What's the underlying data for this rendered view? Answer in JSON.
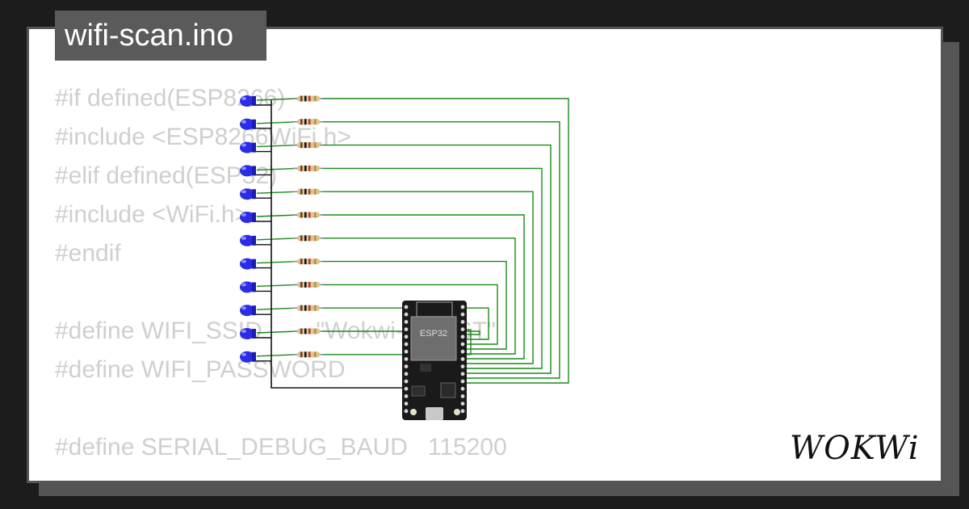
{
  "project": {
    "file_name": "wifi-scan.ino"
  },
  "code_lines": [
    "#if defined(ESP8266)",
    "#include <ESP8266WiFi.h>",
    "#elif defined(ESP32)",
    "#include <WiFi.h>",
    "#endif",
    "",
    "#define WIFI_SSID        \"Wokwi-GUEST\"",
    "#define WIFI_PASSWORD",
    "",
    "#define SERIAL_DEBUG_BAUD   115200"
  ],
  "board": {
    "chip_label": "ESP32"
  },
  "circuit": {
    "led_color": "#2b2be8",
    "wire_color": "#1a8a1a",
    "ground_wire_color": "#111111",
    "led_count": 12
  },
  "brand": {
    "logo_text": "WOKWi"
  }
}
